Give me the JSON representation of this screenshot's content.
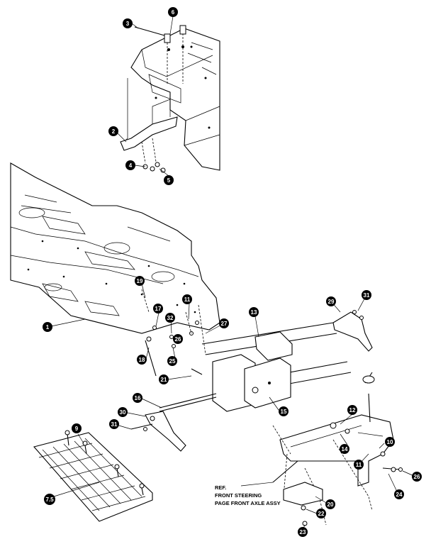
{
  "callouts": [
    {
      "label": "1"
    },
    {
      "label": "2"
    },
    {
      "label": "3"
    },
    {
      "label": "4"
    },
    {
      "label": "5"
    },
    {
      "label": "6"
    },
    {
      "label": "7.5"
    },
    {
      "label": "9"
    },
    {
      "label": "10"
    },
    {
      "label": "11"
    },
    {
      "label": "12"
    },
    {
      "label": "13"
    },
    {
      "label": "14"
    },
    {
      "label": "15"
    },
    {
      "label": "16"
    },
    {
      "label": "17"
    },
    {
      "label": "18"
    },
    {
      "label": "19"
    },
    {
      "label": "20"
    },
    {
      "label": "21"
    },
    {
      "label": "22"
    },
    {
      "label": "23"
    },
    {
      "label": "24"
    },
    {
      "label": "25"
    },
    {
      "label": "26"
    },
    {
      "label": "26"
    },
    {
      "label": "27"
    },
    {
      "label": "29"
    },
    {
      "label": "30"
    },
    {
      "label": "31"
    },
    {
      "label": "31"
    },
    {
      "label": "32"
    },
    {
      "label": "11"
    },
    {
      "label": "21"
    }
  ],
  "note": {
    "line1": "REF.",
    "line2": "FRONT STEERING",
    "line3": "PAGE FRONT AXLE ASSY"
  }
}
